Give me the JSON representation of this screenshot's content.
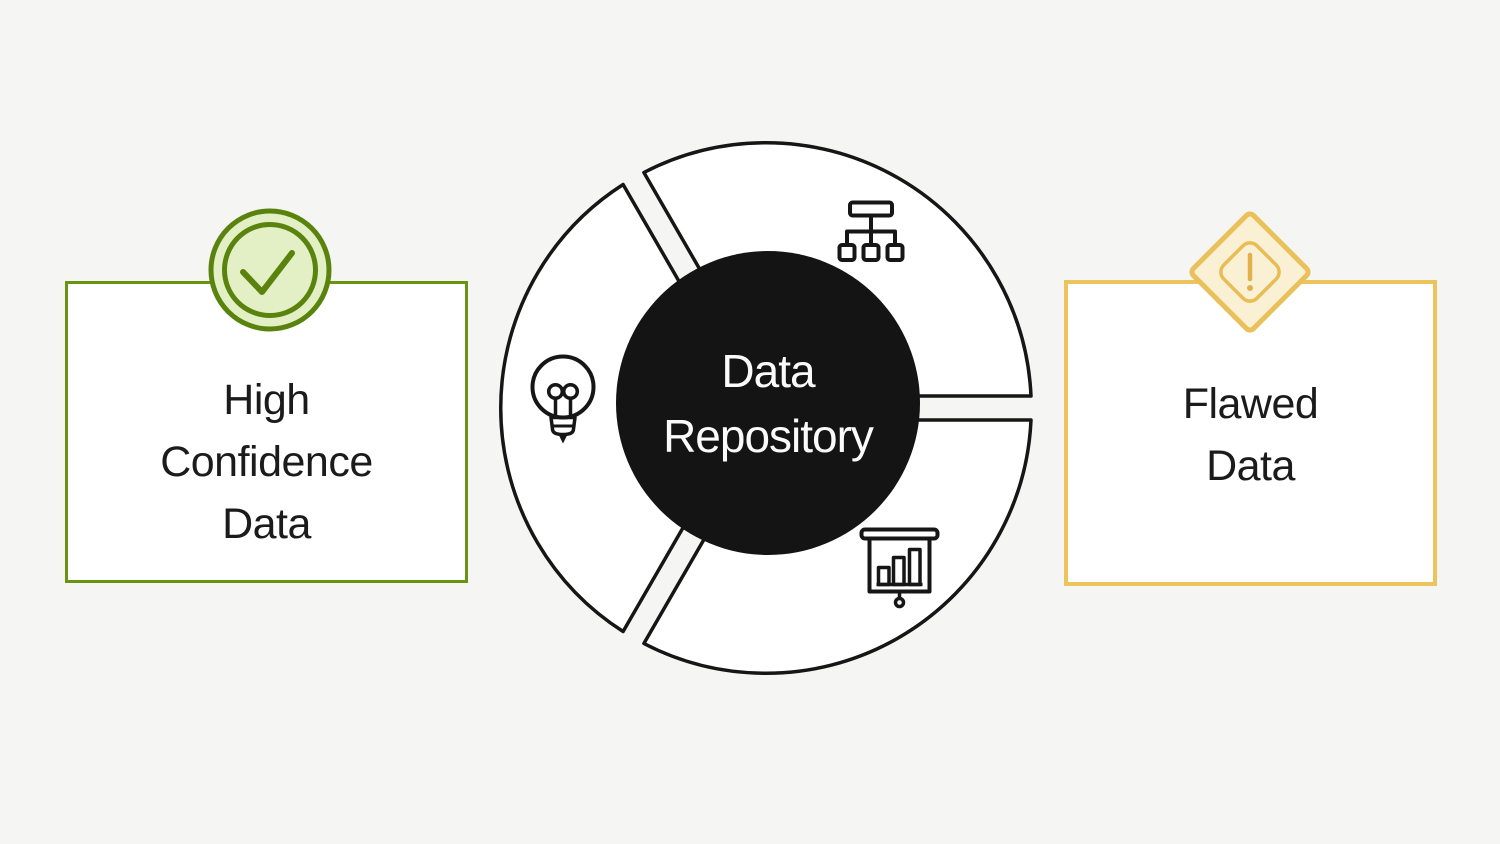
{
  "canvas": {
    "background_color": "#f5f5f3"
  },
  "left_card": {
    "title": "High\nConfidence\nData",
    "border_color": "#699413",
    "badge": {
      "icon": "check-icon",
      "fill_color": "#e3efc5",
      "stroke_color": "#5a830d"
    }
  },
  "center_diagram": {
    "title_lines": [
      "Data",
      "Repository"
    ],
    "center_circle_color": "#141414",
    "ring_stroke_color": "#161616",
    "ring_fill_color": "#ffffff",
    "segments": [
      {
        "position": "top",
        "icon": "org-chart-icon"
      },
      {
        "position": "left",
        "icon": "lightbulb-icon"
      },
      {
        "position": "bottom-right",
        "icon": "presentation-chart-icon"
      }
    ]
  },
  "right_card": {
    "title": "Flawed\nData",
    "border_color": "#edc45c",
    "badge": {
      "icon": "warning-icon",
      "fill_color": "#faf0d3",
      "stroke_color": "#e9c05a"
    }
  }
}
